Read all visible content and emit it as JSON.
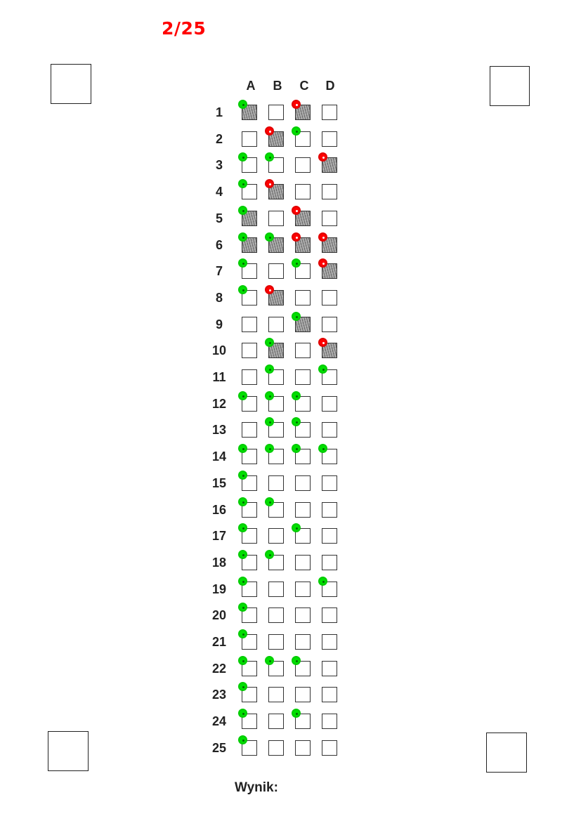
{
  "score": "2/25",
  "columns": [
    "A",
    "B",
    "C",
    "D"
  ],
  "result_label": "Wynik:",
  "questions": [
    {
      "number": "1",
      "filled": [
        "A",
        "C"
      ],
      "correct": [
        "A"
      ],
      "wrong": [
        "C"
      ]
    },
    {
      "number": "2",
      "filled": [
        "B"
      ],
      "correct": [
        "C"
      ],
      "wrong": [
        "B"
      ]
    },
    {
      "number": "3",
      "filled": [
        "D"
      ],
      "correct": [
        "A",
        "B"
      ],
      "wrong": [
        "D"
      ]
    },
    {
      "number": "4",
      "filled": [
        "B"
      ],
      "correct": [
        "A"
      ],
      "wrong": [
        "B"
      ]
    },
    {
      "number": "5",
      "filled": [
        "A",
        "C"
      ],
      "correct": [
        "A"
      ],
      "wrong": [
        "C"
      ]
    },
    {
      "number": "6",
      "filled": [
        "A",
        "B",
        "C",
        "D"
      ],
      "correct": [
        "A",
        "B"
      ],
      "wrong": [
        "C",
        "D"
      ]
    },
    {
      "number": "7",
      "filled": [
        "D"
      ],
      "correct": [
        "A",
        "C"
      ],
      "wrong": [
        "D"
      ]
    },
    {
      "number": "8",
      "filled": [
        "B"
      ],
      "correct": [
        "A"
      ],
      "wrong": [
        "B"
      ]
    },
    {
      "number": "9",
      "filled": [
        "C"
      ],
      "correct": [
        "C"
      ],
      "wrong": []
    },
    {
      "number": "10",
      "filled": [
        "B",
        "D"
      ],
      "correct": [
        "B"
      ],
      "wrong": [
        "D"
      ]
    },
    {
      "number": "11",
      "filled": [],
      "correct": [
        "B",
        "D"
      ],
      "wrong": []
    },
    {
      "number": "12",
      "filled": [],
      "correct": [
        "A",
        "B",
        "C"
      ],
      "wrong": []
    },
    {
      "number": "13",
      "filled": [],
      "correct": [
        "B",
        "C"
      ],
      "wrong": []
    },
    {
      "number": "14",
      "filled": [],
      "correct": [
        "A",
        "B",
        "C",
        "D"
      ],
      "wrong": []
    },
    {
      "number": "15",
      "filled": [],
      "correct": [
        "A"
      ],
      "wrong": []
    },
    {
      "number": "16",
      "filled": [],
      "correct": [
        "A",
        "B"
      ],
      "wrong": []
    },
    {
      "number": "17",
      "filled": [],
      "correct": [
        "A",
        "C"
      ],
      "wrong": []
    },
    {
      "number": "18",
      "filled": [],
      "correct": [
        "A",
        "B"
      ],
      "wrong": []
    },
    {
      "number": "19",
      "filled": [],
      "correct": [
        "A",
        "D"
      ],
      "wrong": []
    },
    {
      "number": "20",
      "filled": [],
      "correct": [
        "A"
      ],
      "wrong": []
    },
    {
      "number": "21",
      "filled": [],
      "correct": [
        "A"
      ],
      "wrong": []
    },
    {
      "number": "22",
      "filled": [],
      "correct": [
        "A",
        "B",
        "C"
      ],
      "wrong": []
    },
    {
      "number": "23",
      "filled": [],
      "correct": [
        "A"
      ],
      "wrong": []
    },
    {
      "number": "24",
      "filled": [],
      "correct": [
        "A",
        "C"
      ],
      "wrong": []
    },
    {
      "number": "25",
      "filled": [],
      "correct": [
        "A"
      ],
      "wrong": []
    }
  ],
  "colors": {
    "score": "#ff0000",
    "correct_marker": "#00e000",
    "wrong_marker": "#ff0000",
    "filled_box": "#a9a9a9"
  }
}
